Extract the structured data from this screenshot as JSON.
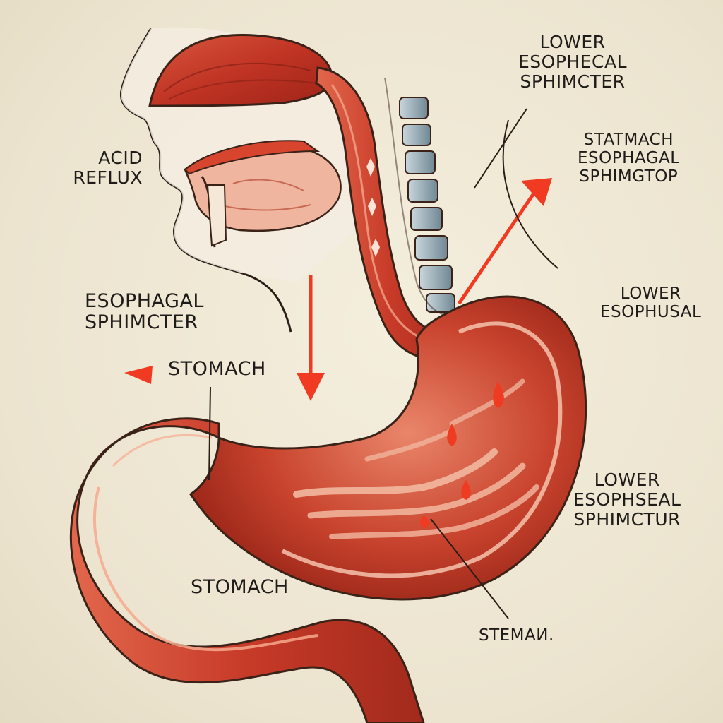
{
  "labels": {
    "acid_reflux": [
      "ACID",
      "REFLUX"
    ],
    "esophageal_sphincter_left": [
      "ESOPHAGAL",
      "SPHIMCTER"
    ],
    "stomach_mid": "STOMACH",
    "stomach_low": "STOMACH",
    "stemach": "STEMAИ.",
    "lower_esophageal_sphincter_top": [
      "LOWER",
      "ESOPHECAL",
      "SPHIMCTER"
    ],
    "statmach_esophagal": [
      "STATMACH",
      "ESOPHAGAL",
      "SPHIMGTOP"
    ],
    "lower_esophusal": [
      "LOWER",
      "ESOPHUSAL"
    ],
    "lower_esophseal_sphimctur": [
      "LOWER",
      "ESOPHSEAL",
      "SPHIMCTUR"
    ]
  },
  "colors": {
    "background": "#efe8d6",
    "tissue_red": "#c63a2a",
    "tissue_light": "#e88a6e",
    "tissue_pink": "#f2b39c",
    "outline": "#3a2218",
    "arrow_red": "#f03a22",
    "vertebra": "#8fa6b2",
    "skin": "#f3ece0"
  },
  "icons": {
    "reflux_arrow_down": "arrow-down",
    "reflux_arrow_up_right": "arrow-up-right",
    "pointer_left": "triangle-left",
    "esophagus_flow_marks": "diamond-marks"
  }
}
